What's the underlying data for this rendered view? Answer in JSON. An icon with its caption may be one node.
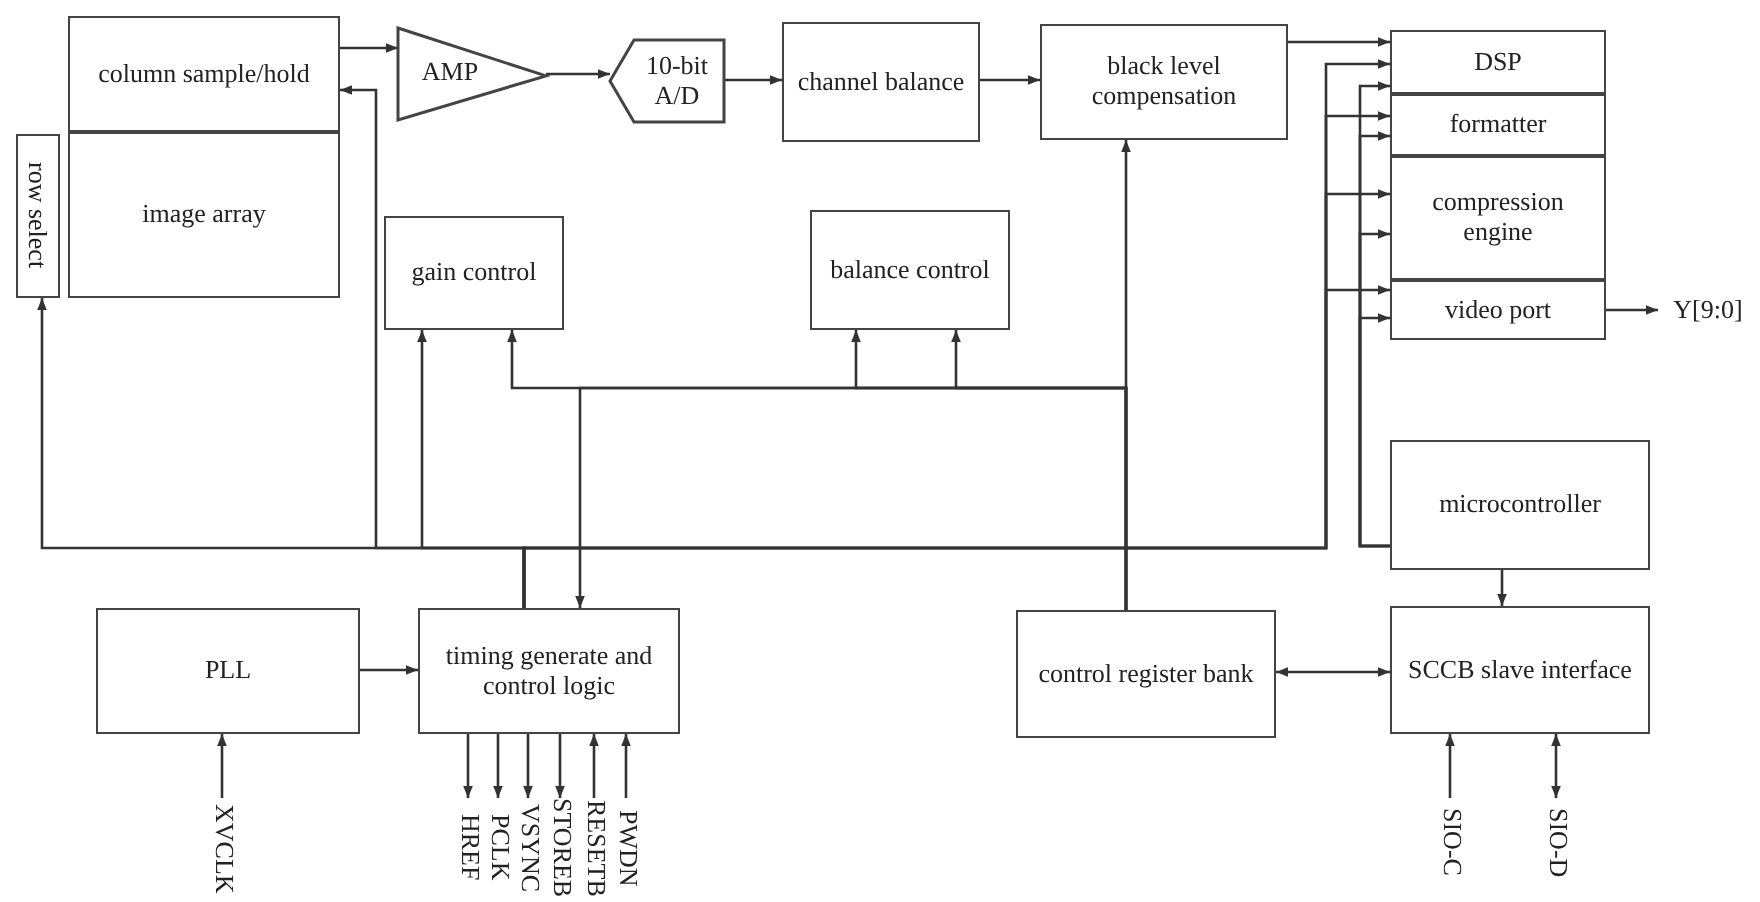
{
  "diagram": {
    "nodes": [
      {
        "text": [
          "column sample/hold"
        ]
      },
      {
        "text": [
          "image array"
        ]
      },
      {
        "text": [
          "row select"
        ]
      },
      {
        "text": [
          "AMP"
        ]
      },
      {
        "text": [
          "10-bit A/D"
        ]
      },
      {
        "text": [
          "channel balance"
        ]
      },
      {
        "text": [
          "black level compensation"
        ]
      },
      {
        "text": [
          "DSP"
        ]
      },
      {
        "text": [
          "formatter"
        ]
      },
      {
        "text": [
          "compression engine"
        ]
      },
      {
        "text": [
          "video port"
        ]
      },
      {
        "text": [
          "Y[9:0]"
        ]
      },
      {
        "text": [
          "gain control"
        ]
      },
      {
        "text": [
          "balance control"
        ]
      },
      {
        "text": [
          "microcontroller"
        ]
      },
      {
        "text": [
          "PLL"
        ]
      },
      {
        "text": [
          "timing generate and control logic"
        ]
      },
      {
        "text": [
          "control register bank"
        ]
      },
      {
        "text": [
          "SCCB slave interface"
        ]
      },
      {
        "text": [
          "XVCLK"
        ]
      },
      {
        "text": [
          "HREF"
        ]
      },
      {
        "text": [
          "PCLK"
        ]
      },
      {
        "text": [
          "VSYNC"
        ]
      },
      {
        "text": [
          "STOREB"
        ]
      },
      {
        "text": [
          "RESETB"
        ]
      },
      {
        "text": [
          "PWDN"
        ]
      },
      {
        "text": [
          "SIO-C"
        ]
      },
      {
        "text": [
          "SIO-D"
        ]
      }
    ],
    "edges": [
      {
        "from": 0,
        "to": 3,
        "arrow": "to"
      },
      {
        "from": 3,
        "to": 4,
        "arrow": "to"
      },
      {
        "from": 4,
        "to": 5,
        "arrow": "to"
      },
      {
        "from": 5,
        "to": 6,
        "arrow": "to"
      },
      {
        "from": 6,
        "to": 7,
        "arrow": "to"
      },
      {
        "from": 10,
        "to": 11,
        "arrow": "to"
      },
      {
        "from": 14,
        "to": 18,
        "arrow": "to"
      },
      {
        "from": 17,
        "to": 18,
        "arrow": "both"
      },
      {
        "from": 19,
        "to": 15,
        "arrow": "to"
      },
      {
        "from": 15,
        "to": 16,
        "arrow": "to"
      },
      {
        "from": 16,
        "to": 20,
        "arrow": "to"
      },
      {
        "from": 16,
        "to": 21,
        "arrow": "to"
      },
      {
        "from": 16,
        "to": 22,
        "arrow": "to"
      },
      {
        "from": 16,
        "to": 23,
        "arrow": "to"
      },
      {
        "from": 24,
        "to": 16,
        "arrow": "to"
      },
      {
        "from": 25,
        "to": 16,
        "arrow": "to"
      },
      {
        "from": 26,
        "to": 18,
        "arrow": "to"
      },
      {
        "from": 18,
        "to": 27,
        "arrow": "both"
      },
      {
        "from": 16,
        "to": 2,
        "arrow": "to"
      },
      {
        "from": 16,
        "to": 0,
        "arrow": "to"
      },
      {
        "from": 16,
        "to": 12,
        "arrow": "to"
      },
      {
        "from": 16,
        "to": 7,
        "arrow": "to"
      },
      {
        "from": 16,
        "to": 8,
        "arrow": "to"
      },
      {
        "from": 16,
        "to": 9,
        "arrow": "to"
      },
      {
        "from": 16,
        "to": 10,
        "arrow": "to"
      },
      {
        "from": 14,
        "to": 7,
        "arrow": "to"
      },
      {
        "from": 14,
        "to": 8,
        "arrow": "to"
      },
      {
        "from": 14,
        "to": 9,
        "arrow": "to"
      },
      {
        "from": 14,
        "to": 10,
        "arrow": "to"
      },
      {
        "from": 17,
        "to": 6,
        "arrow": "to"
      },
      {
        "from": 17,
        "to": 12,
        "arrow": "to"
      },
      {
        "from": 17,
        "to": 13,
        "arrow": "to"
      },
      {
        "from": 17,
        "to": 13,
        "arrow": "to"
      },
      {
        "from": 17,
        "to": 16,
        "arrow": "to"
      }
    ]
  }
}
